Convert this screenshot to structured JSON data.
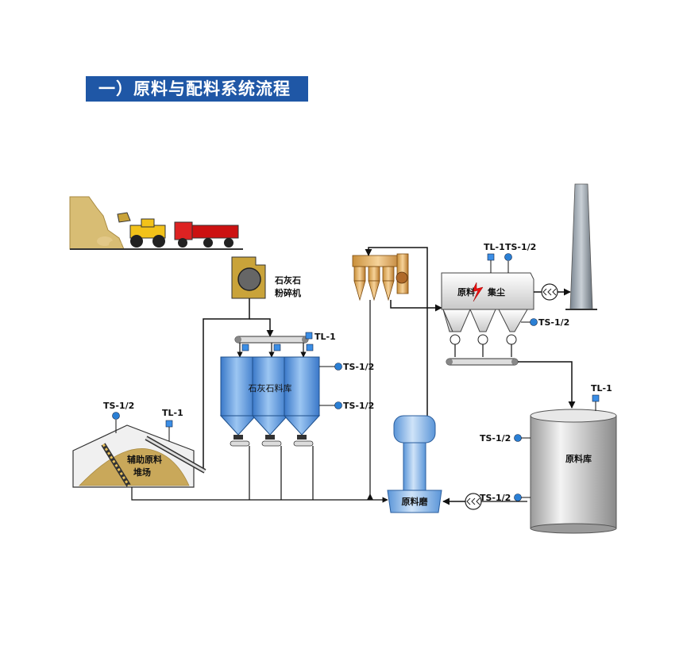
{
  "title": "一）原料与配料系统流程",
  "labels": {
    "crusher": [
      "石灰石",
      "粉碎机"
    ],
    "limestone_silo": "石灰石料库",
    "aux_yard": [
      "辅助原料",
      "堆场"
    ],
    "raw_mill": "原料磨",
    "raw_storage": "原料库",
    "dust_collector_left": "原料",
    "dust_collector_right": "集尘"
  },
  "sensors": {
    "silo_tl": "TL-1",
    "silo_ts_upper": "TS-1/2",
    "silo_ts_lower": "TS-1/2",
    "yard_ts": "TS-1/2",
    "yard_tl": "TL-1",
    "dc_tl": "TL-1",
    "dc_ts_top": "TS-1/2",
    "dc_ts_side": "TS-1/2",
    "storage_tl": "TL-1",
    "storage_ts_upper": "TS-1/2",
    "storage_ts_lower": "TS-1/2"
  },
  "colors": {
    "title_bg": "#1f57a6",
    "silo_blue": "#4f8fd8",
    "sensor_circle": "#2a7fd4",
    "sensor_square": "#3b8ee6",
    "rock": "#c9a85a",
    "crusher": "#c9a33a",
    "line": "#111111"
  }
}
